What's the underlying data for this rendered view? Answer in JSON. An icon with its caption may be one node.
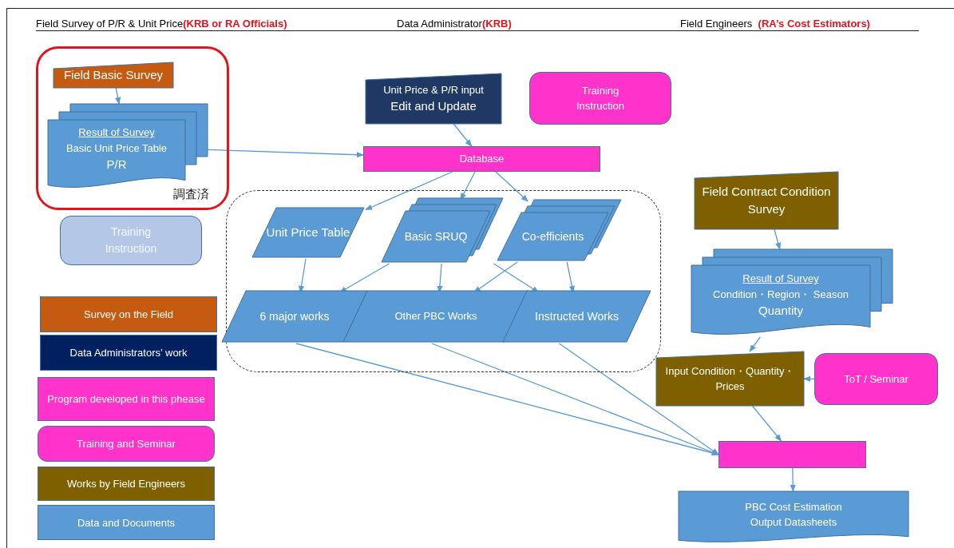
{
  "diagram": {
    "nodes": [
      {
        "text": [
          "調査済"
        ]
      },
      {
        "text": [
          "Field Basic Survey"
        ],
        "in": 0
      },
      {
        "text": [
          "Result of Survey",
          "Basic Unit Price Table",
          "P/R"
        ],
        "in": 0
      },
      {
        "text": [
          "Training Instruction"
        ]
      },
      {
        "text": [
          "Unit Price & P/R input",
          "Edit and Update"
        ]
      },
      {
        "text": [
          "Training Instruction"
        ]
      },
      {
        "text": [
          "Database"
        ]
      },
      {
        "text": [],
        "shape": "box"
      },
      {
        "text": [
          "Unit Price Table"
        ],
        "in": 7
      },
      {
        "text": [
          "Basic SRUQ"
        ],
        "in": 7
      },
      {
        "text": [
          "Co-efficients"
        ],
        "in": 7
      },
      {
        "text": [
          "6 major works"
        ],
        "in": 7
      },
      {
        "text": [
          "Other PBC Works"
        ],
        "in": 7
      },
      {
        "text": [
          "Instructed Works"
        ],
        "in": 7
      },
      {
        "text": [
          "Field Contract Condition Survey"
        ]
      },
      {
        "text": [
          "Result of Survey",
          "Condition・Region・ Season",
          "Quantity"
        ]
      },
      {
        "text": [
          "Input Condition・Quantity・Prices"
        ]
      },
      {
        "text": [
          "ToT / Seminar"
        ]
      },
      {
        "text": [],
        "shape": "box"
      },
      {
        "text": [
          "PBC Cost Estimation",
          "Output Datasheets"
        ]
      }
    ],
    "edges": [
      {
        "from": 1,
        "to": 2,
        "arrow": "to"
      },
      {
        "from": 2,
        "to": 6,
        "arrow": "to"
      },
      {
        "from": 4,
        "to": 6,
        "arrow": "to"
      },
      {
        "from": 6,
        "to": 8,
        "arrow": "to"
      },
      {
        "from": 6,
        "to": 9,
        "arrow": "to"
      },
      {
        "from": 6,
        "to": 10,
        "arrow": "to"
      },
      {
        "from": 8,
        "to": 11,
        "arrow": "to"
      },
      {
        "from": 9,
        "to": 11,
        "arrow": "to"
      },
      {
        "from": 9,
        "to": 12,
        "arrow": "to"
      },
      {
        "from": 10,
        "to": 12,
        "arrow": "to"
      },
      {
        "from": 9,
        "to": 13,
        "arrow": "to"
      },
      {
        "from": 10,
        "to": 13,
        "arrow": "to"
      },
      {
        "from": 14,
        "to": 15,
        "arrow": "to"
      },
      {
        "from": 15,
        "to": 16,
        "arrow": "to"
      },
      {
        "from": 17,
        "to": 16,
        "arrow": "to"
      },
      {
        "from": 11,
        "to": 18,
        "arrow": "to"
      },
      {
        "from": 12,
        "to": 18,
        "arrow": "to"
      },
      {
        "from": 13,
        "to": 18,
        "arrow": "to"
      },
      {
        "from": 16,
        "to": 18,
        "arrow": "to"
      },
      {
        "from": 18,
        "to": 19,
        "arrow": "to"
      }
    ],
    "labels": [
      "Field Survey of P/R & Unit Price**(KRB or RA Officials)**",
      "Data Administrator**(KRB)**",
      "Field Engineers  **(RA’s Cost Estimators)**"
    ],
    "legend": [
      {
        "text": "Survey on the Field",
        "color": "#c55a11"
      },
      {
        "text": "Data Administrators’ work",
        "color": "#002060"
      },
      {
        "text": "Program developed in this phease",
        "color": "#ff33cc"
      },
      {
        "text": "Training and Seminar",
        "color": "#ff33cc"
      },
      {
        "text": "Works by Field Engineers",
        "color": "#7f6000"
      },
      {
        "text": "Data and Documents",
        "color": "#5b9bd5"
      }
    ]
  }
}
